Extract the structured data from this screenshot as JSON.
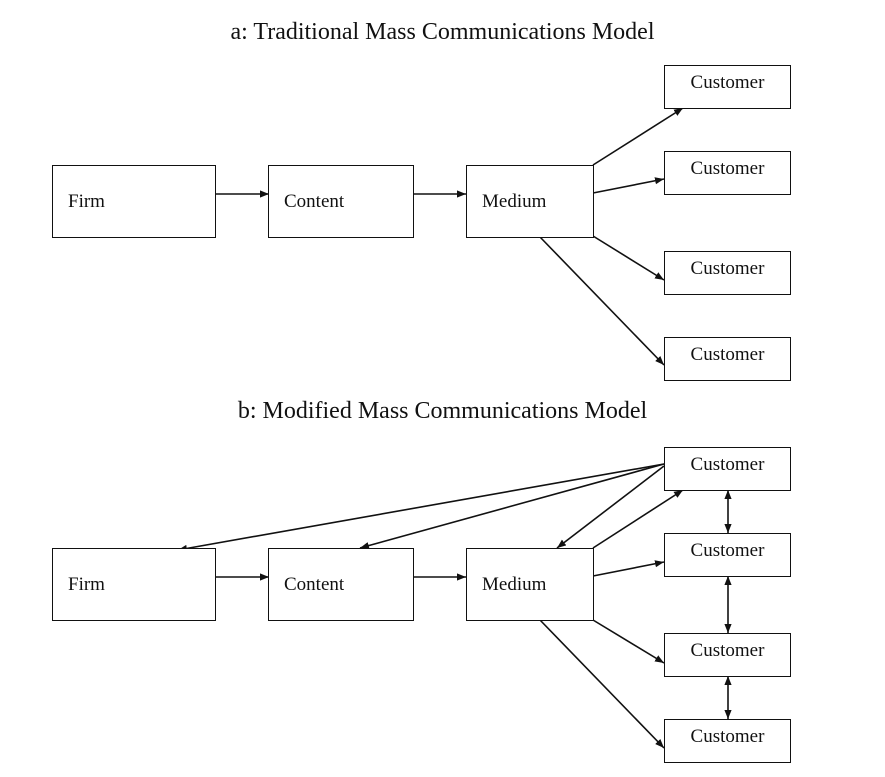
{
  "diagram_a": {
    "title": "a: Traditional Mass Communications Model",
    "firm": "Firm",
    "content": "Content",
    "medium": "Medium",
    "customers": [
      "Customer",
      "Customer",
      "Customer",
      "Customer"
    ]
  },
  "diagram_b": {
    "title": "b: Modified Mass Communications Model",
    "firm": "Firm",
    "content": "Content",
    "medium": "Medium",
    "customers": [
      "Customer",
      "Customer",
      "Customer",
      "Customer"
    ]
  }
}
